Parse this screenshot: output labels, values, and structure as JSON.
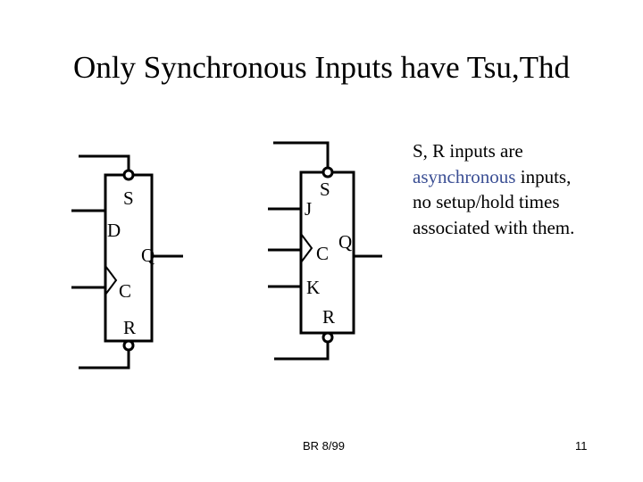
{
  "slide": {
    "title": "Only Synchronous Inputs have Tsu,Thd",
    "note": {
      "line1": "S, R inputs are",
      "line2_highlight": "asynchronous",
      "line2_rest": " inputs,",
      "line3": "no setup/hold times",
      "line4": "associated with them."
    },
    "colors": {
      "highlight": "#3b4f94",
      "line": "#000000",
      "background": "#ffffff"
    },
    "footer_left": "BR 8/99",
    "footer_right": "11"
  },
  "d_flipflop": {
    "set_label": "S",
    "data_label": "D",
    "output_label": "Q",
    "clock_label": "C",
    "reset_label": "R"
  },
  "jk_flipflop": {
    "set_label": "S",
    "j_label": "J",
    "clock_label": "C",
    "output_label": "Q",
    "k_label": "K",
    "reset_label": "R"
  }
}
